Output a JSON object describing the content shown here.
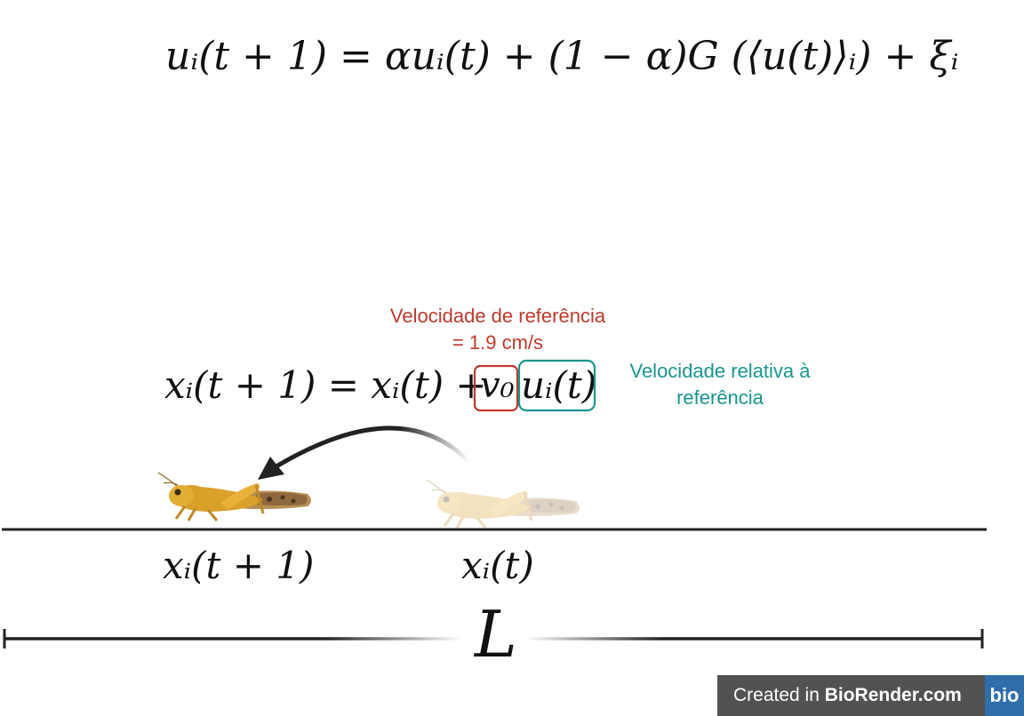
{
  "equations": {
    "update_u": "uᵢ(t + 1) = αuᵢ(t) + (1 − α)G (⟨u(t)⟩ᵢ) + ξᵢ",
    "update_x_left": "xᵢ(t + 1) = xᵢ(t) +",
    "v0": "v₀",
    "ui": "uᵢ(t)"
  },
  "annotations": {
    "ref_speed_line1": "Velocidade de referência",
    "ref_speed_line2": "= 1.9 cm/s",
    "relative_line1": "Velocidade relativa à",
    "relative_line2": "referência"
  },
  "positions": {
    "x_next": "xᵢ(t + 1)",
    "x_now": "xᵢ(t)"
  },
  "length_label": "L",
  "watermark": {
    "prefix": "Created in ",
    "brand": "BioRender.com",
    "logo": "bio"
  },
  "colors": {
    "ref_red": "#c0392b",
    "rel_teal": "#17968f",
    "line": "#222222",
    "locust_body": "#d9a02a",
    "badge_bg": "#525252"
  },
  "icons": {
    "locust": "grasshopper-icon",
    "arrow": "curved-arrow-icon"
  }
}
